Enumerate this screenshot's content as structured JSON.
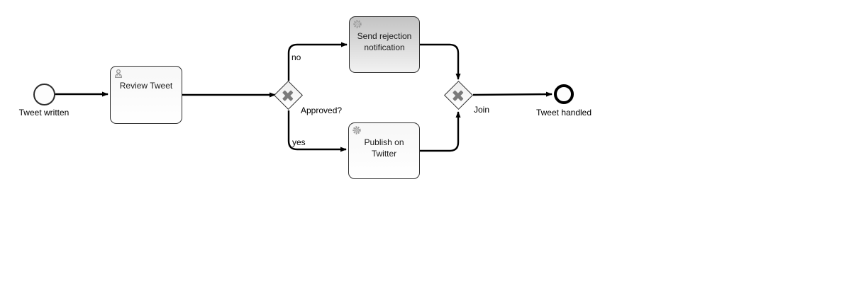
{
  "diagram": {
    "type": "bpmn-process",
    "start_event": {
      "label": "Tweet written"
    },
    "tasks": [
      {
        "id": "review",
        "label": "Review Tweet",
        "task_type": "user-task",
        "icon": "user-icon"
      },
      {
        "id": "reject",
        "label": "Send rejection notification",
        "task_type": "service-task",
        "icon": "gear-icon"
      },
      {
        "id": "publish",
        "label": "Publish on Twitter",
        "task_type": "service-task",
        "icon": "gear-icon"
      }
    ],
    "gateways": [
      {
        "id": "split",
        "kind": "exclusive",
        "label": "Approved?"
      },
      {
        "id": "join",
        "kind": "exclusive",
        "label": "Join"
      }
    ],
    "flow_labels": {
      "no": "no",
      "yes": "yes"
    },
    "end_event": {
      "label": "Tweet handled"
    },
    "colors": {
      "line": "#000000",
      "task_border": "#2e2e2e",
      "service_task_fill_top": "#c3c3c3",
      "gateway_x": "#7b7b7b",
      "icon_gray": "#8c8c8c",
      "background": "#ffffff"
    }
  }
}
